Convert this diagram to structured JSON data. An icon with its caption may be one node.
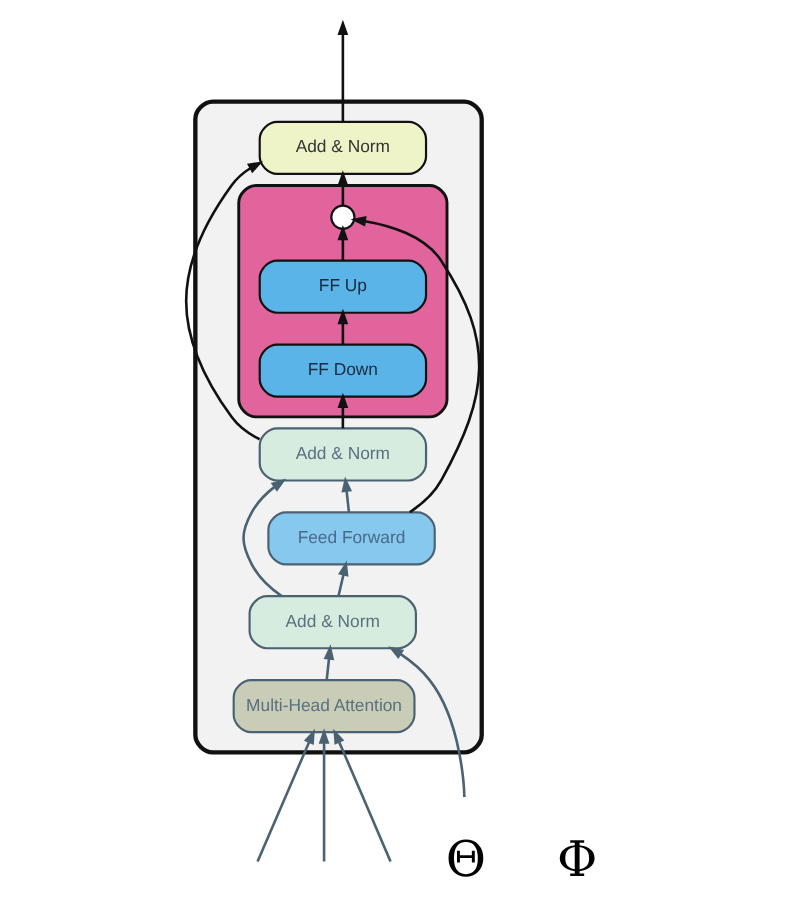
{
  "diagram": {
    "nodes": [
      {
        "text": [],
        "shape": "box"
      },
      {
        "text": [
          "Add & Norm"
        ],
        "in": 0
      },
      {
        "text": [],
        "shape": "box",
        "in": 0
      },
      {
        "text": [],
        "shape": "circle",
        "in": 2
      },
      {
        "text": [
          "FF Up"
        ],
        "in": 2
      },
      {
        "text": [
          "FF Down"
        ],
        "in": 2
      },
      {
        "text": [
          "Add & Norm"
        ],
        "in": 0
      },
      {
        "text": [
          "Feed Forward"
        ],
        "in": 0
      },
      {
        "text": [
          "Add & Norm"
        ],
        "in": 0
      },
      {
        "text": [
          "Multi-Head Attention"
        ],
        "in": 0
      }
    ],
    "edges": [
      {
        "from": null,
        "to": 9,
        "arrow": "to",
        "color": "#4a6272"
      },
      {
        "from": null,
        "to": 9,
        "arrow": "to",
        "color": "#4a6272"
      },
      {
        "from": null,
        "to": 9,
        "arrow": "to",
        "color": "#4a6272"
      },
      {
        "from": null,
        "to": 8,
        "arrow": "to",
        "color": "#4a6272"
      },
      {
        "from": 9,
        "to": 8,
        "arrow": "to",
        "color": "#4a6272"
      },
      {
        "from": 8,
        "to": 7,
        "arrow": "to",
        "color": "#4a6272"
      },
      {
        "from": 8,
        "to": 6,
        "arrow": "to",
        "color": "#4a6272"
      },
      {
        "from": 7,
        "to": 6,
        "arrow": "to",
        "color": "#4a6272"
      },
      {
        "from": 7,
        "to": 3,
        "arrow": "to",
        "color": "#111111"
      },
      {
        "from": 6,
        "to": 5,
        "arrow": "to",
        "color": "#111111"
      },
      {
        "from": 5,
        "to": 4,
        "arrow": "to",
        "color": "#111111"
      },
      {
        "from": 4,
        "to": 3,
        "arrow": "to",
        "color": "#111111"
      },
      {
        "from": 3,
        "to": 1,
        "arrow": "to",
        "color": "#111111"
      },
      {
        "from": 6,
        "to": 1,
        "arrow": "to",
        "color": "#111111"
      },
      {
        "from": 1,
        "to": null,
        "arrow": "to",
        "color": "#111111"
      }
    ],
    "labels": [
      "Φ",
      "Θ"
    ]
  }
}
